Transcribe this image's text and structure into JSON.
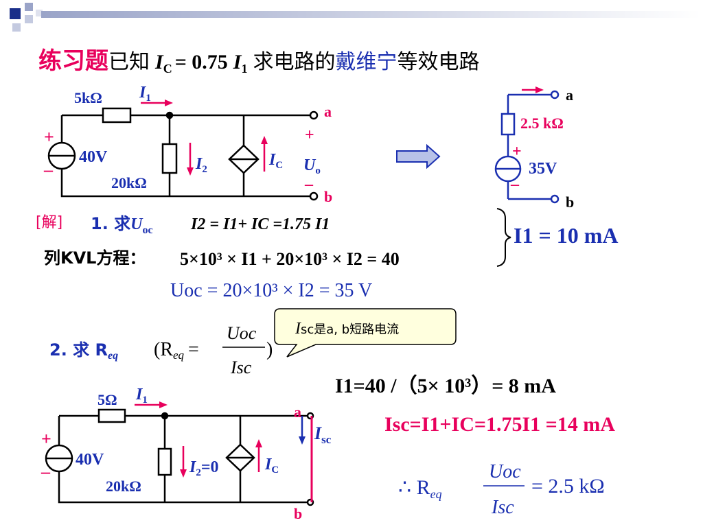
{
  "colors": {
    "accent_red": "#e8005c",
    "blue": "#1a2fb0",
    "dark": "#000000"
  },
  "title": {
    "prefix": "练习题",
    "given": "已知",
    "ic": "I",
    "ic_sub": "C",
    "eq": "= 0.75",
    "i1": "I",
    "i1_sub": "1",
    "ask": "求电路的",
    "thevenin": "戴维宁",
    "equiv": "等效电路"
  },
  "circuit1": {
    "r1": "5kΩ",
    "i1": "I",
    "i1_sub": "1",
    "source": "40V",
    "plus": "+",
    "minus": "–",
    "r2": "20kΩ",
    "i2": "I",
    "i2_sub": "2",
    "ic": "I",
    "ic_sub": "C",
    "term_a": "a",
    "term_b": "b",
    "uo": "U",
    "uo_sub": "o",
    "uo_plus": "+",
    "uo_minus": "–"
  },
  "equivalent": {
    "term_a": "a",
    "term_b": "b",
    "resistance": "2.5 kΩ",
    "voltage": "35V",
    "plus": "+",
    "minus": "–"
  },
  "step1": {
    "solution_label": "[解]",
    "heading": "1. 求",
    "uoc": "U",
    "uoc_sub": "oc",
    "current_eq": "I2 = I1+ IC =1.75 I1",
    "kvl_label": "列KVL方程：",
    "kvl_eq": "5×10³ × I1 + 20×10³ × I2 = 40",
    "uoc_eq": "Uoc = 20×10³ × I2 = 35 V",
    "result": "I1 = 10 mA"
  },
  "callout": {
    "text_i": "I",
    "text_rest": "sc是a, b短路电流"
  },
  "step2": {
    "heading": "2. 求 R",
    "heading_sub": "eq",
    "req_paren_open": "(R",
    "req_sub": "eq",
    "equals": "=",
    "frac_num": "Uoc",
    "frac_den": "Isc",
    "paren_close": ")",
    "i1_result": "I1=40 /（5× 10³）= 8 mA",
    "isc_result_black": "Isc=I1+IC=1.75I1 ",
    "isc_result_red": "=14 mA",
    "req_result_lhs": "∴ R",
    "req_result_sub": "eq",
    "req_result_num": "Uoc",
    "req_result_den": "Isc",
    "req_result_rhs": "= 2.5 kΩ"
  },
  "circuit2": {
    "r1": "5Ω",
    "i1": "I",
    "i1_sub": "1",
    "source": "40V",
    "plus": "+",
    "minus": "–",
    "r2": "20kΩ",
    "i2": "I",
    "i2_sub": "2",
    "i2_val": "=0",
    "ic": "I",
    "ic_sub": "C",
    "term_a": "a",
    "term_b": "b",
    "isc": "I",
    "isc_sub": "sc"
  }
}
